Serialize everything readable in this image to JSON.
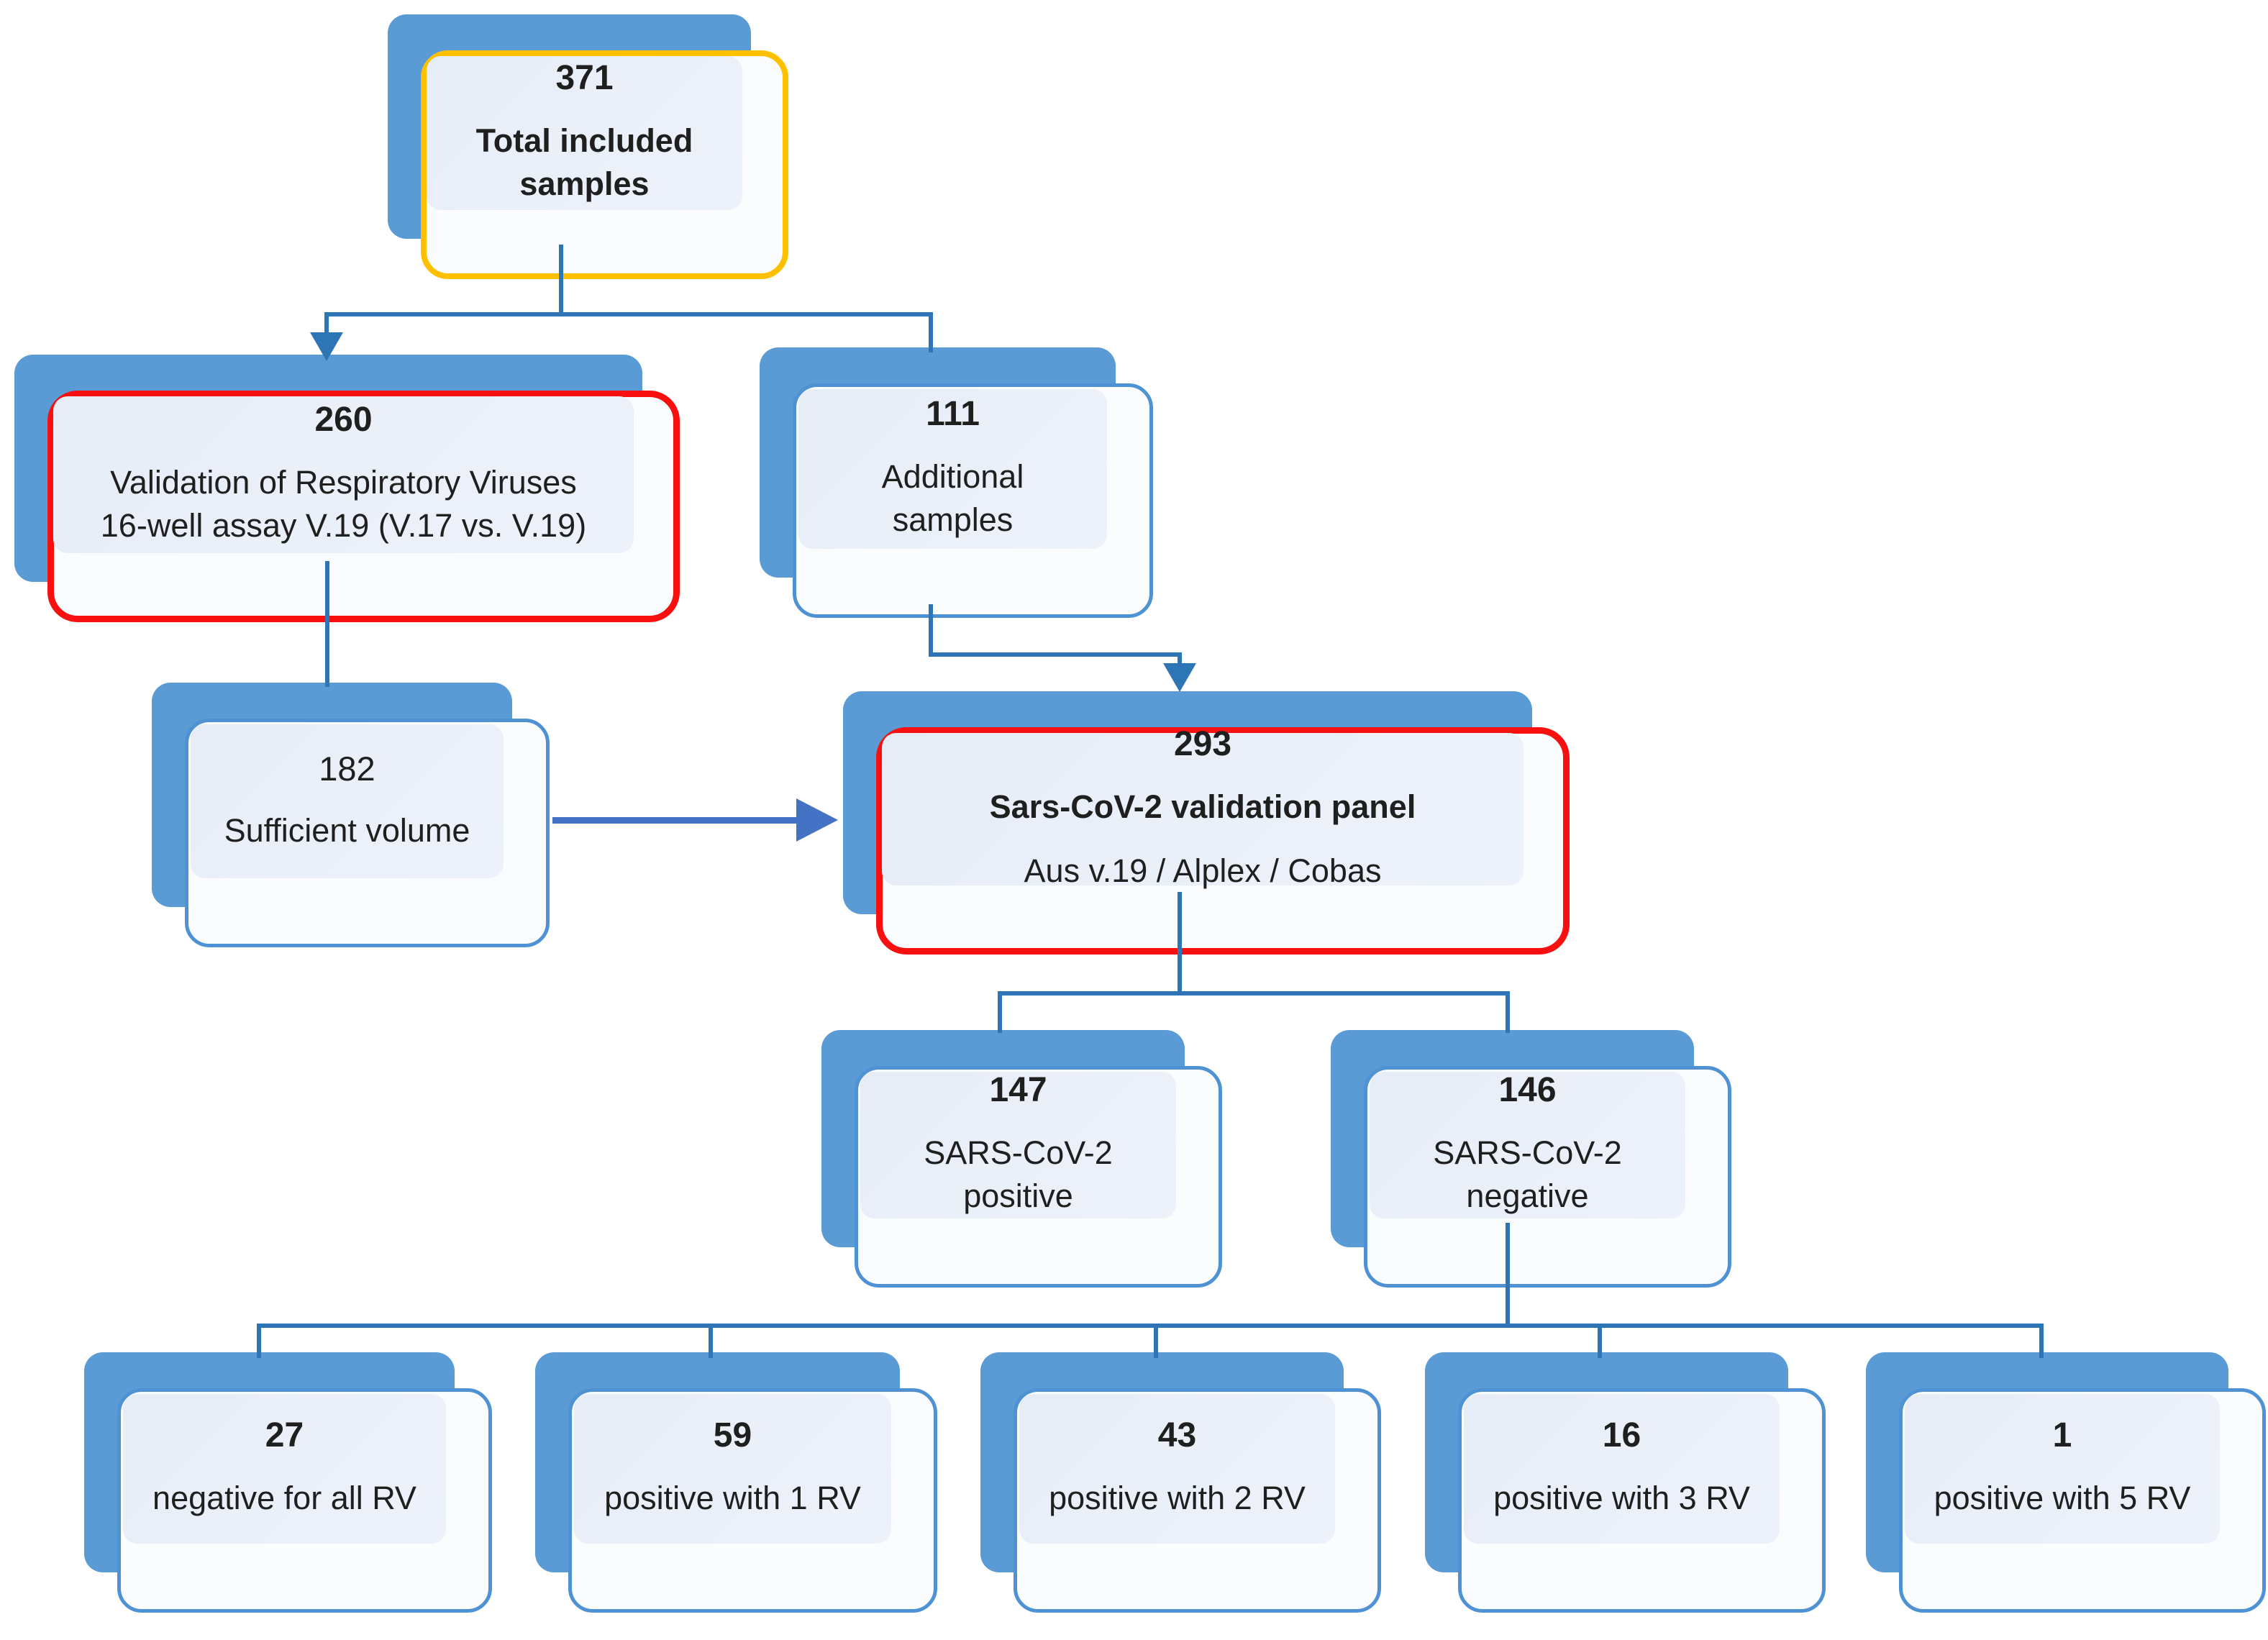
{
  "colors": {
    "card_blue": "#5b9bd5",
    "card_border": "#4f92d4",
    "panel_fill": "#e9eef8",
    "connector": "#2e75b6",
    "arrow": "#4472c4",
    "highlight_red": "#f80f0f",
    "highlight_yellow": "#ffc000",
    "text": "#1f1f1f"
  },
  "nodes": {
    "total": {
      "value": "371",
      "label": "Total included\nsamples"
    },
    "validation": {
      "value": "260",
      "label": "Validation of Respiratory Viruses\n16-well assay V.19 (V.17 vs. V.19)"
    },
    "additional": {
      "value": "111",
      "label": "Additional\nsamples"
    },
    "sufficient": {
      "value": "182",
      "label": "Sufficient volume"
    },
    "panel": {
      "value": "293",
      "label": "Sars-CoV-2 validation panel",
      "sub": "Aus v.19 / Alplex / Cobas"
    },
    "positive": {
      "value": "147",
      "label": "SARS-CoV-2\npositive"
    },
    "negative": {
      "value": "146",
      "label": "SARS-CoV-2\nnegative"
    },
    "rv0": {
      "value": "27",
      "label": "negative for all RV"
    },
    "rv1": {
      "value": "59",
      "label": "positive with 1 RV"
    },
    "rv2": {
      "value": "43",
      "label": "positive with 2 RV"
    },
    "rv3": {
      "value": "16",
      "label": "positive with 3 RV"
    },
    "rv5": {
      "value": "1",
      "label": "positive with 5 RV"
    }
  }
}
